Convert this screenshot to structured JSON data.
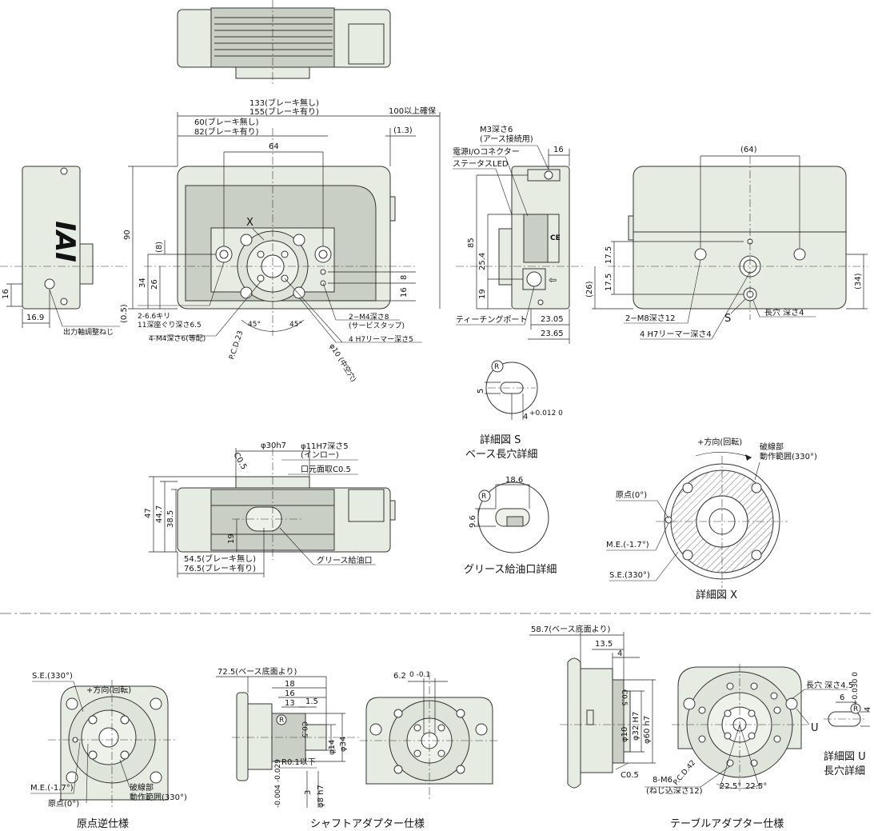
{
  "labels": {
    "dim_133": "133(ブレーキ無し)",
    "dim_155": "155(ブレーキ有り)",
    "dim_100": "100以上確保",
    "dim_60": "60(ブレーキ無し)",
    "dim_82": "82(ブレーキ有り)",
    "dim_1_3": "(1.3)",
    "dim_64": "64",
    "dim_90": "90",
    "dim_8p": "(8)",
    "dim_34": "34",
    "dim_26": "26",
    "dim_0_5": "(0.5)",
    "dim_8": "8",
    "dim_16r": "16",
    "dim_16l": "16",
    "dim_16_9": "16.9",
    "x_mark": "X",
    "hole_66": "2-6.6キリ",
    "hole_11": "11深座ぐり深さ6.5",
    "m4_6": "4-M4深さ6(等配)",
    "pcd23": "P.C.D.23",
    "ang45a": "45°",
    "ang45b": "45°",
    "phi10": "φ10 (中空穴)",
    "m4_8": "2−M4深さ8",
    "service_tap": "(サービスタップ)",
    "h7_5": "4 H7リーマー深さ5",
    "adjust_screw": "出力軸調整ねじ",
    "m3": "M3深さ6",
    "earth": "(アース接続用)",
    "power_io": "電源I/Oコネクター",
    "status_led": "ステータスLED",
    "dim_16c": "16",
    "dim_85": "85",
    "dim_25_4": "25.4",
    "dim_19": "19",
    "teaching": "ティーチングポート",
    "dim_23_05": "23.05",
    "dim_23_65": "23.65",
    "dim_64p": "(64)",
    "dim_17_5a": "17.5",
    "dim_17_5b": "17.5",
    "dim_26p": "(26)",
    "dim_34p": "(34)",
    "m8_12": "2−M8深さ12",
    "s_mark": "S",
    "long_hole4": "長穴 深さ4",
    "h7_4": "4 H7リーマー深さ4",
    "detail_s_r": "R",
    "detail_s_5": "5",
    "detail_s_4": "4",
    "detail_s_tol": "+0.012 0",
    "detail_s_title": "詳細図 S",
    "detail_s_sub": "ベース長穴詳細",
    "phi30": "φ30h7",
    "phi11": "φ11H7深さ5",
    "inlow": "(インロー)",
    "c05_mouth": "口元面取C0.5",
    "c05": "C0.5",
    "dim_47": "47",
    "dim_44_7": "44.7",
    "dim_38_5": "38.5",
    "dim_19b": "19",
    "dim_54_5": "54.5(ブレーキ無し)",
    "dim_76_5": "76.5(ブレーキ有り)",
    "grease_port": "グリース給油口",
    "grease_r": "R",
    "dim_18_6": "18.6",
    "dim_9_6": "9.6",
    "grease_title": "グリース給油口詳細",
    "plus_dir": "+方向(回転)",
    "stopper": "破線部",
    "range330": "動作範囲(330°)",
    "origin0": "原点(0°)",
    "me": "M.E.(-1.7°)",
    "se": "S.E.(330°)",
    "detail_x_title": "詳細図 X",
    "rev_se": "S.E.(330°)",
    "rev_plus": "+方向(回転)",
    "rev_me": "M.E.(-1.7°)",
    "rev_origin": "原点(0°)",
    "rev_stop": "破線部",
    "rev_range": "動作範囲(330°)",
    "rev_title": "原点逆仕様",
    "sh_72_5": "72.5(ベース底面より)",
    "sh_18": "18",
    "sh_16": "16",
    "sh_13": "13",
    "sh_1_5": "1.5",
    "sh_r": "R",
    "sh_c05": "C0.5",
    "sh_phi14": "φ14",
    "sh_phi34": "φ34",
    "sh_r01": "R0.1以下",
    "sh_3": "3",
    "sh_3tol": "-0.004 -0.029",
    "sh_phi8": "φ8 h7",
    "sh_6_2": "6.2",
    "sh_6_2tol": "0 -0.1",
    "sh_title": "シャフトアダプター仕様",
    "tb_58_7": "58.7(ベース底面より)",
    "tb_13_5": "13.5",
    "tb_4": "4",
    "tb_c05a": "C0.5",
    "tb_phi32": "φ32 H7",
    "tb_phi10": "φ10",
    "tb_phi60": "φ60 h7",
    "tb_c05b": "C0.5",
    "tb_m6": "8-M6",
    "tb_m6_sub": "(ねじ込深さ12)",
    "tb_pcd": "P.C.D.42",
    "tb_22_5a": "22.5°",
    "tb_22_5b": "22.5°",
    "tb_long": "長穴 深さ4.5",
    "tb_6": "6",
    "tb_r": "R",
    "tb_4b": "4",
    "tb_4tol": "+0.030 0",
    "tb_u": "U",
    "tb_detail_u": "詳細図 U",
    "tb_detail_u_sub": "長穴詳細",
    "tb_title": "テーブルアダプター仕様",
    "logo": "IAI"
  }
}
